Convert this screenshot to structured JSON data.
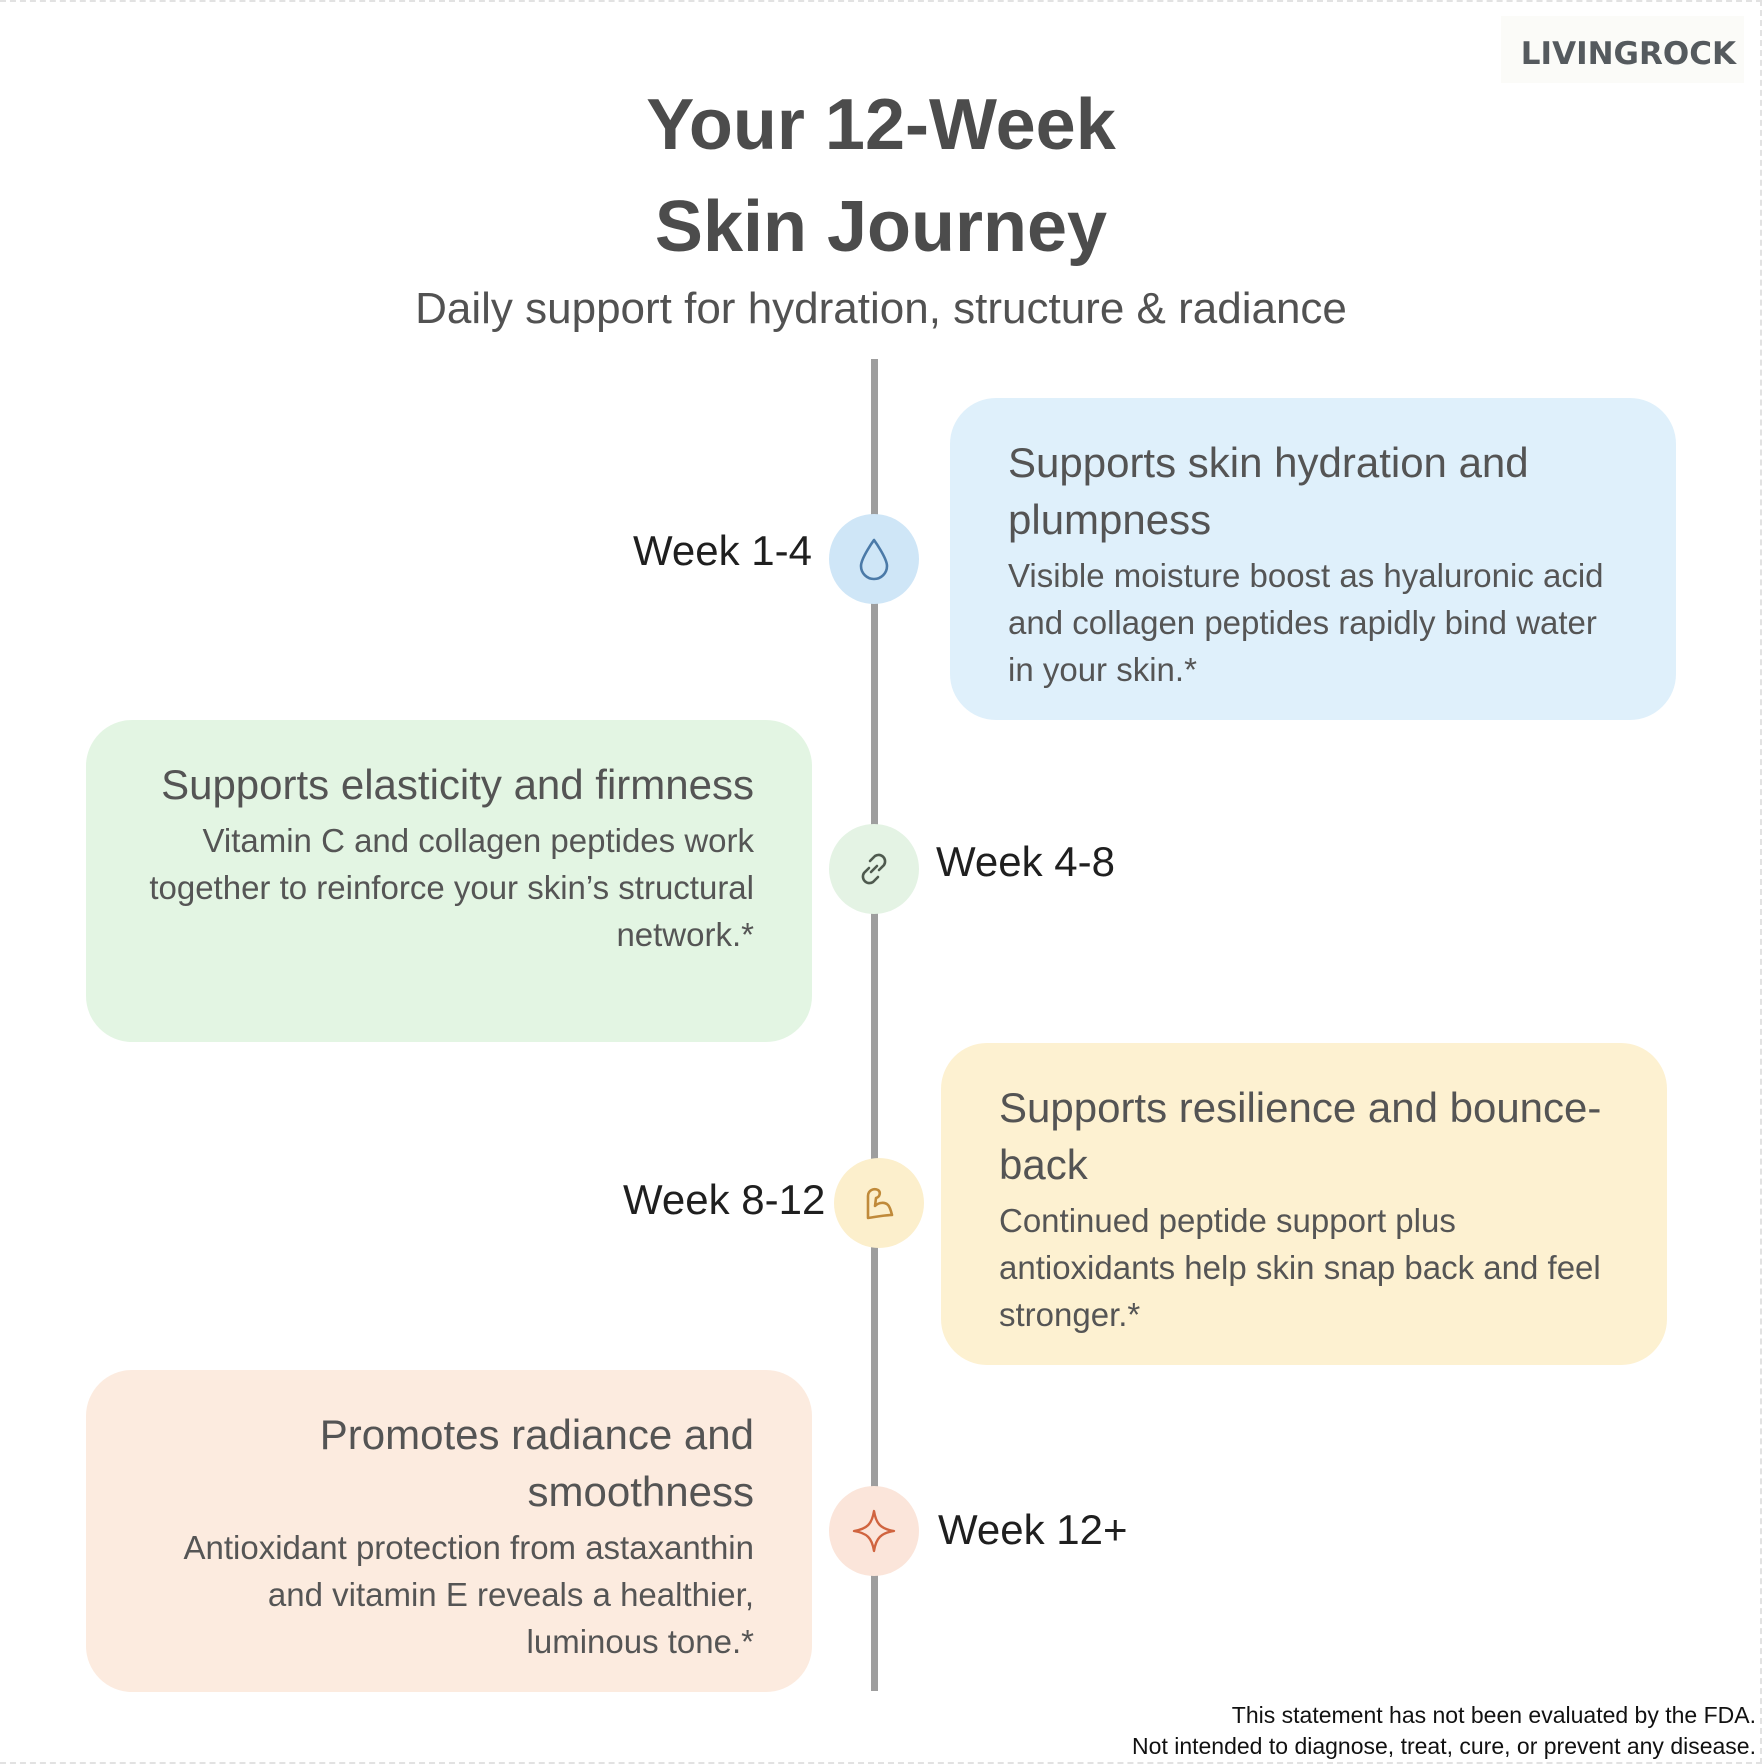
{
  "brand": {
    "logo_text": "LivingRock"
  },
  "header": {
    "title_line1": "Your 12-Week",
    "title_line2": "Skin Journey",
    "subtitle": "Daily support for hydration, structure & radiance"
  },
  "colors": {
    "timeline_line": "#9e9e9e",
    "stage1_card": "#dff0fb",
    "stage1_node": "#cfe6f7",
    "stage1_icon": "#4b7aa8",
    "stage2_card": "#e3f5e3",
    "stage2_node": "#e4f3e4",
    "stage2_icon": "#4f5a4f",
    "stage3_card": "#fdf1d1",
    "stage3_node": "#fcefcc",
    "stage3_icon": "#c08a3a",
    "stage4_card": "#fcebdf",
    "stage4_node": "#fbe5da",
    "stage4_icon": "#d0643f"
  },
  "stages": [
    {
      "week": "Week 1-4",
      "icon": "water-drop-icon",
      "title": "Supports skin hydration and plumpness",
      "body": "Visible moisture boost as hyaluronic acid and collagen peptides rapidly bind water in your skin.*"
    },
    {
      "week": "Week 4-8",
      "icon": "link-icon",
      "title": "Supports elasticity and firmness",
      "body": "Vitamin C and collagen peptides work together to reinforce your skin’s structural network.*"
    },
    {
      "week": "Week 8-12",
      "icon": "flexed-arm-icon",
      "title": "Supports resilience and bounce-back",
      "body": "Continued peptide support plus antioxidants help skin snap back and feel stronger.*"
    },
    {
      "week": "Week 12+",
      "icon": "sparkle-icon",
      "title": "Promotes radiance and smoothness",
      "body": "Antioxidant protection from astaxanthin and vitamin E reveals a healthier, luminous tone.*"
    }
  ],
  "footer": {
    "disclaimer_line1": "This statement has not been evaluated by the FDA.",
    "disclaimer_line2": "Not intended to diagnose, treat, cure, or prevent any disease."
  }
}
